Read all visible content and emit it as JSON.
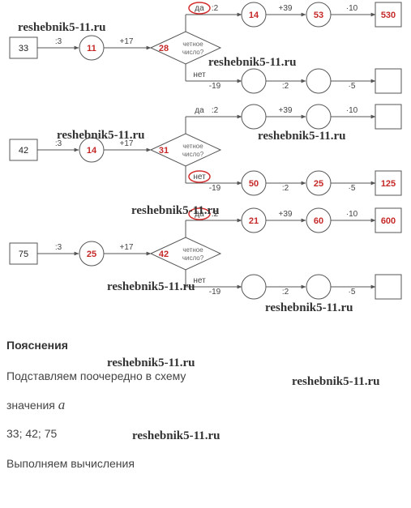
{
  "colors": {
    "stroke": "#555555",
    "value": "#c62828",
    "highlight": "#d32f2f",
    "label": "#444444",
    "watermark": "#333333"
  },
  "watermark": "reshebnik5-11.ru",
  "rows": [
    {
      "input": "33",
      "op_div": ":3",
      "after_div": "11",
      "op_add": "+17",
      "sum": "28",
      "decision": "четное число?",
      "yes_label": "да",
      "no_label": "нет",
      "yes": {
        "ops": [
          ":2",
          "+39",
          "·10"
        ],
        "values": [
          "14",
          "53",
          "530"
        ]
      },
      "no": {
        "ops": [
          "-19",
          ":2",
          "·5"
        ],
        "values": [
          "",
          "",
          ""
        ]
      },
      "highlight": "yes"
    },
    {
      "input": "42",
      "op_div": ":3",
      "after_div": "14",
      "op_add": "+17",
      "sum": "31",
      "decision": "четное число?",
      "yes_label": "да",
      "no_label": "нет",
      "yes": {
        "ops": [
          ":2",
          "+39",
          "·10"
        ],
        "values": [
          "",
          "",
          ""
        ]
      },
      "no": {
        "ops": [
          "-19",
          ":2",
          "·5"
        ],
        "values": [
          "50",
          "25",
          "125"
        ]
      },
      "highlight": "no"
    },
    {
      "input": "75",
      "op_div": ":3",
      "after_div": "25",
      "op_add": "+17",
      "sum": "42",
      "decision": "четное число?",
      "yes_label": "да",
      "no_label": "нет",
      "yes": {
        "ops": [
          ":2",
          "+39",
          "·10"
        ],
        "values": [
          "21",
          "60",
          "600"
        ]
      },
      "no": {
        "ops": [
          "-19",
          ":2",
          "·5"
        ],
        "values": [
          "",
          "",
          ""
        ]
      },
      "highlight": "yes"
    }
  ],
  "explanation": {
    "title": "Пояснения",
    "line1": "Подставляем поочередно в схему",
    "line2_text": "значения",
    "line2_var": "a",
    "line3": "33; 42; 75",
    "line4": "Выполняем вычисления"
  }
}
